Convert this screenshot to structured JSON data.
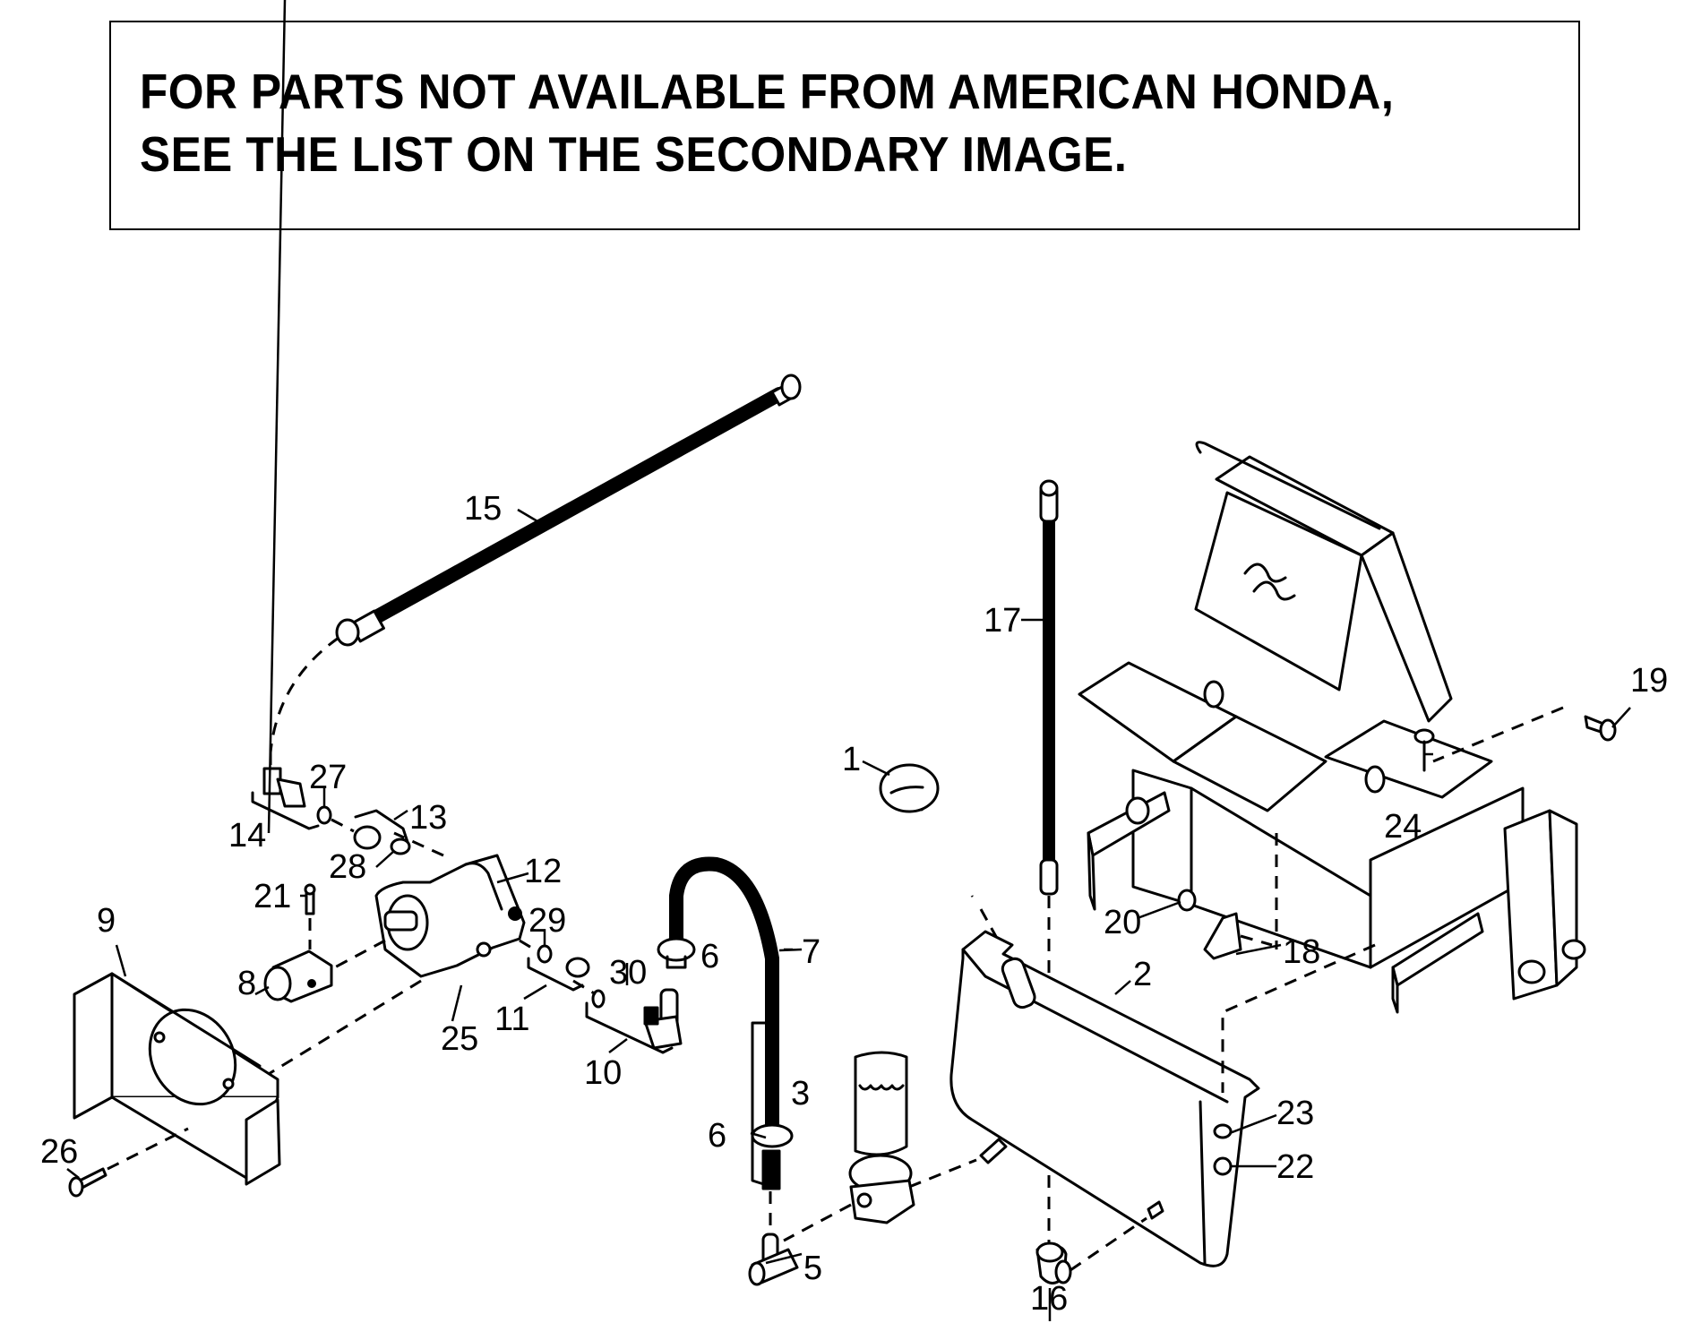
{
  "notice": {
    "line1": "FOR PARTS NOT AVAILABLE FROM AMERICAN HONDA,",
    "line2": "SEE THE LIST ON THE SECONDARY IMAGE."
  },
  "diagram": {
    "callouts": {
      "p1": "1",
      "p2": "2",
      "p3": "3",
      "p5": "5",
      "p6a": "6",
      "p6b": "6",
      "p7": "7",
      "p8": "8",
      "p9": "9",
      "p10": "10",
      "p11": "11",
      "p12": "12",
      "p13": "13",
      "p14": "14",
      "p15": "15",
      "p16": "16",
      "p17": "17",
      "p18": "18",
      "p19": "19",
      "p20": "20",
      "p21": "21",
      "p22": "22",
      "p23": "23",
      "p24": "24",
      "p25": "25",
      "p26": "26",
      "p27": "27",
      "p28": "28",
      "p29": "29",
      "p30": "30"
    }
  }
}
